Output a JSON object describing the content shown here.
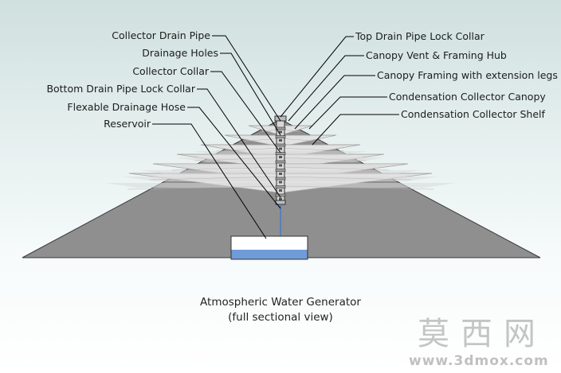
{
  "labels_left": [
    {
      "id": "collector-drain-pipe",
      "text": "Collector Drain Pipe"
    },
    {
      "id": "drainage-holes",
      "text": "Drainage Holes"
    },
    {
      "id": "collector-collar",
      "text": "Collector Collar"
    },
    {
      "id": "bottom-drain-pipe-lock-collar",
      "text": "Bottom Drain Pipe Lock Collar"
    },
    {
      "id": "flexable-drainage-hose",
      "text": "Flexable Drainage Hose"
    },
    {
      "id": "reservoir",
      "text": "Reservoir"
    }
  ],
  "labels_right": [
    {
      "id": "top-drain-pipe-lock-collar",
      "text": "Top Drain Pipe Lock Collar"
    },
    {
      "id": "canopy-vent-framing-hub",
      "text": "Canopy Vent & Framing Hub"
    },
    {
      "id": "canopy-framing-extension-legs",
      "text": "Canopy Framing with extension legs"
    },
    {
      "id": "condensation-collector-canopy",
      "text": "Condensation Collector Canopy"
    },
    {
      "id": "condensation-collector-shelf",
      "text": "Condensation Collector Shelf"
    }
  ],
  "caption": {
    "line1": "Atmospheric Water Generator",
    "line2": "(full sectional view)"
  },
  "watermark": {
    "cjk": "莫西网",
    "url": "www.3dmox.com"
  },
  "colors": {
    "canopy": "#8f8f8f",
    "shelf_light": "#e4e4e4",
    "outline": "#3a3a3a",
    "water": "#6f9bd8",
    "leader": "#000000"
  }
}
